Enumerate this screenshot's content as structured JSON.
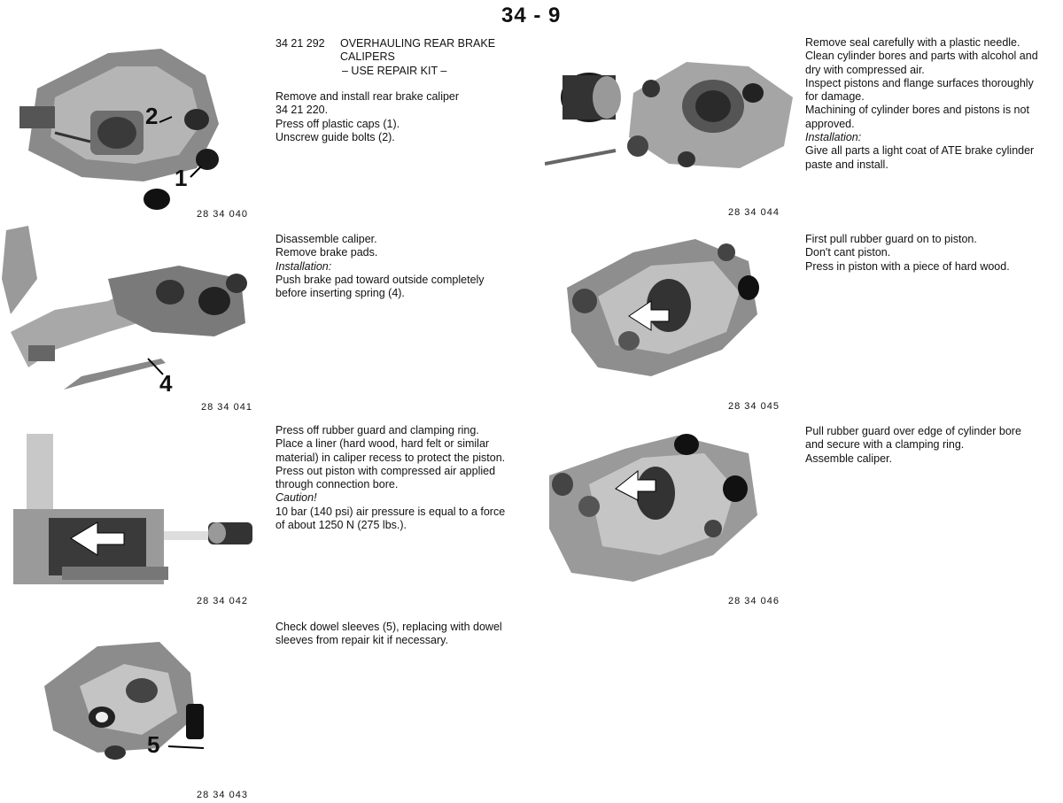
{
  "page": {
    "number": "34 - 9"
  },
  "heading": {
    "code": "34 21 292",
    "title_lines": [
      "OVERHAULING REAR BRAKE",
      "CALIPERS",
      "– USE REPAIR KIT –"
    ]
  },
  "sections": [
    {
      "figure_code": "28 34 040",
      "callouts": [
        "2",
        "1"
      ],
      "lines": [
        {
          "text": "Remove and install rear brake caliper",
          "style": "normal"
        },
        {
          "text": "34 21 220.",
          "style": "normal"
        },
        {
          "text": "Press off plastic caps (1).",
          "style": "normal"
        },
        {
          "text": "Unscrew guide bolts (2).",
          "style": "normal"
        }
      ]
    },
    {
      "figure_code": "28 34 041",
      "callouts": [
        "4"
      ],
      "lines": [
        {
          "text": "Disassemble caliper.",
          "style": "normal"
        },
        {
          "text": "Remove brake pads.",
          "style": "normal"
        },
        {
          "text": "Installation:",
          "style": "italic"
        },
        {
          "text": "Push brake pad toward outside completely",
          "style": "normal"
        },
        {
          "text": "before inserting spring (4).",
          "style": "normal"
        }
      ]
    },
    {
      "figure_code": "28 34 042",
      "callouts": [],
      "lines": [
        {
          "text": "Press off rubber guard and clamping ring.",
          "style": "normal"
        },
        {
          "text": "Place a liner (hard wood, hard felt or similar",
          "style": "normal"
        },
        {
          "text": "material) in caliper recess to protect the piston.",
          "style": "normal"
        },
        {
          "text": "Press out piston with compressed air applied",
          "style": "normal"
        },
        {
          "text": "through connection bore.",
          "style": "normal"
        },
        {
          "text": "Caution!",
          "style": "italic"
        },
        {
          "text": "10 bar (140 psi) air pressure is equal to a force",
          "style": "normal"
        },
        {
          "text": "of about 1250 N (275 lbs.).",
          "style": "normal"
        }
      ]
    },
    {
      "figure_code": "28 34 043",
      "callouts": [
        "5"
      ],
      "lines": [
        {
          "text": "Check dowel sleeves (5), replacing with dowel",
          "style": "normal"
        },
        {
          "text": "sleeves from repair kit if necessary.",
          "style": "normal"
        }
      ]
    },
    {
      "figure_code": "28 34 044",
      "callouts": [],
      "lines": [
        {
          "text": "Remove seal carefully with a plastic needle.",
          "style": "normal"
        },
        {
          "text": "Clean cylinder bores and parts with alcohol and",
          "style": "normal"
        },
        {
          "text": "dry with compressed air.",
          "style": "normal"
        },
        {
          "text": "Inspect pistons and flange surfaces thoroughly",
          "style": "normal"
        },
        {
          "text": "for damage.",
          "style": "normal"
        },
        {
          "text": "Machining of cylinder bores and pistons is not",
          "style": "normal"
        },
        {
          "text": "approved.",
          "style": "normal"
        },
        {
          "text": "Installation:",
          "style": "italic"
        },
        {
          "text": "Give all parts a light coat of ATE brake cylinder",
          "style": "normal"
        },
        {
          "text": "paste and install.",
          "style": "normal"
        }
      ]
    },
    {
      "figure_code": "28 34 045",
      "callouts": [],
      "lines": [
        {
          "text": "First pull rubber guard on to piston.",
          "style": "normal"
        },
        {
          "text": "Don't cant piston.",
          "style": "normal"
        },
        {
          "text": "Press in piston with a piece of hard wood.",
          "style": "normal"
        }
      ]
    },
    {
      "figure_code": "28 34 046",
      "callouts": [],
      "lines": [
        {
          "text": "Pull rubber guard over edge of cylinder bore",
          "style": "normal"
        },
        {
          "text": "and secure with a clamping ring.",
          "style": "normal"
        },
        {
          "text": "Assemble caliper.",
          "style": "normal"
        }
      ]
    }
  ]
}
